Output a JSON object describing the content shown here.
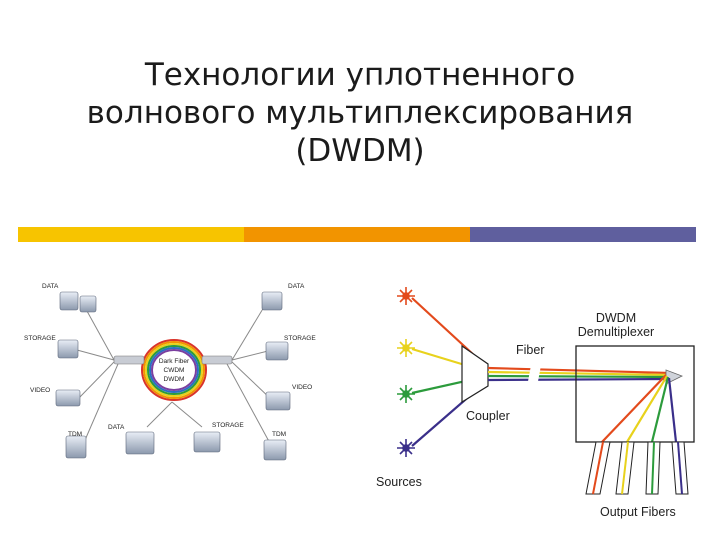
{
  "slide": {
    "title_lines": [
      "Технологии уплотненного",
      "волнового мультиплексирования",
      "(DWDM)"
    ],
    "bar_colors": [
      "#f7c400",
      "#f29400",
      "#5f5f9e"
    ]
  },
  "left_diagram": {
    "center": [
      "Dark Fiber",
      "CWDM",
      "DWDM"
    ],
    "labels": {
      "data_tl": "DATA",
      "storage_l": "STORAGE",
      "video_l": "VIDEO",
      "tdm_l": "TDM",
      "data_b": "DATA",
      "data_tr": "DATA",
      "storage_r": "STORAGE",
      "video_r": "VIDEO",
      "storage_b": "STORAGE",
      "tdm_r": "TDM"
    }
  },
  "right_diagram": {
    "fiber_label": "Fiber",
    "demux_label": [
      "DWDM",
      "Demultiplexer"
    ],
    "coupler_label": "Coupler",
    "sources_label": "Sources",
    "output_label": "Output Fibers",
    "source_colors": [
      "#e34a1c",
      "#e8d21c",
      "#2c9b3c",
      "#3a2f8a"
    ]
  }
}
